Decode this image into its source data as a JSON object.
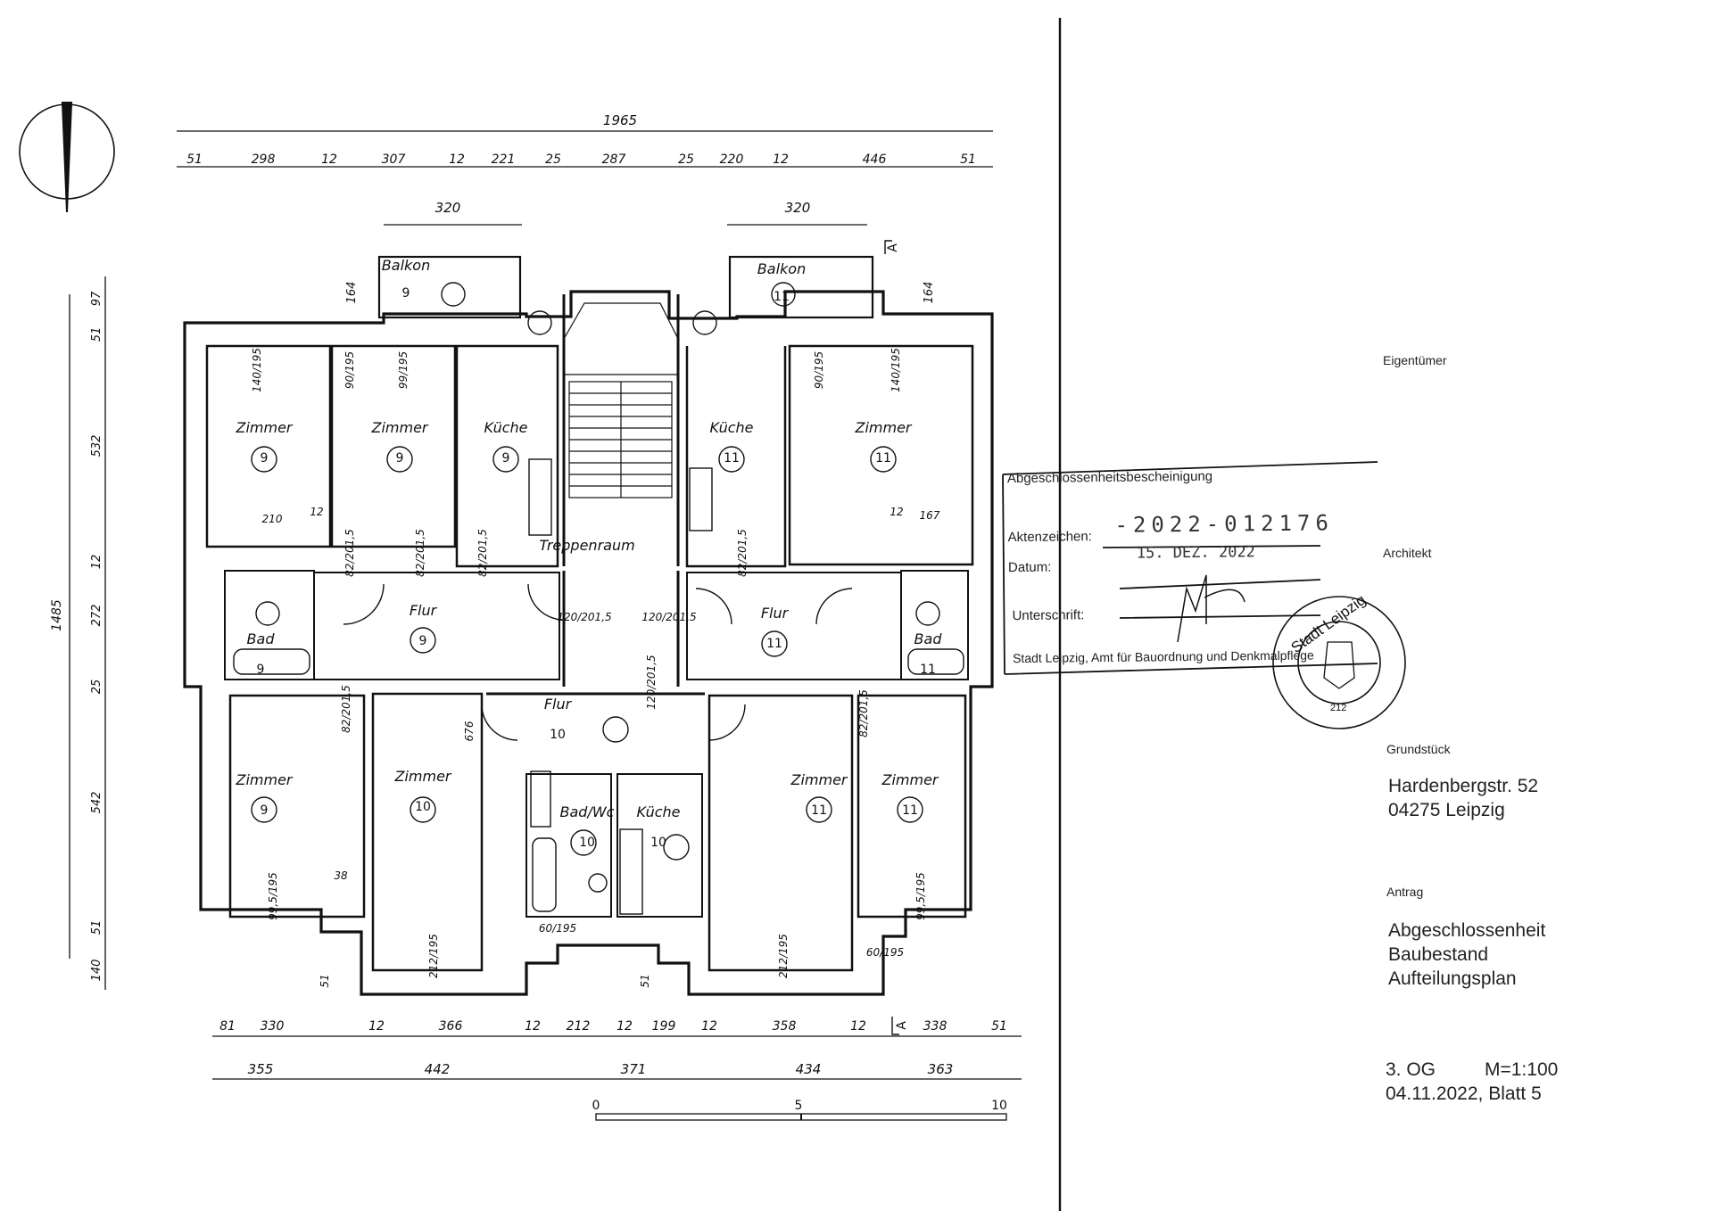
{
  "dimensions": {
    "top_total": "1965",
    "top_segments": [
      "51",
      "298",
      "12",
      "307",
      "12",
      "221",
      "25",
      "287",
      "25",
      "220",
      "12",
      "446",
      "51"
    ],
    "balcony_widths": [
      "320",
      "320"
    ],
    "left_total": "1485",
    "left_segments": [
      "97",
      "51",
      "532",
      "12",
      "272",
      "25",
      "542",
      "51",
      "140"
    ],
    "balcony_depths": [
      "164",
      "164"
    ],
    "bottom_segments": [
      "81",
      "330",
      "12",
      "366",
      "12",
      "212",
      "12",
      "199",
      "12",
      "358",
      "12",
      "338",
      "51"
    ],
    "bottom_groups": [
      "355",
      "442",
      "371",
      "434",
      "363"
    ],
    "small_dims": {
      "d1": "140/195",
      "d2": "90/195",
      "d3": "99/195",
      "d4": "90/195",
      "d5": "140/195",
      "d6": "210",
      "d7": "12",
      "d8": "82/201,5",
      "d9": "82/201,5",
      "d10": "82/201,5",
      "d11": "82/201,5",
      "d12": "12",
      "d13": "167",
      "d14": "120/201,5",
      "d15": "120/201,5",
      "d16": "120/201,5",
      "d17": "82/201,5",
      "d18": "82/201,5",
      "d19": "676",
      "d20": "38",
      "d21": "99,5/195",
      "d22": "212/195",
      "d23": "60/195",
      "d24": "212/195",
      "d25": "60/195",
      "d26": "99,5/195",
      "d27": "51",
      "d28": "51"
    },
    "scale_ticks": [
      "0",
      "5",
      "10"
    ],
    "section_marker": "A"
  },
  "rooms": [
    {
      "label": "Balkon",
      "unit": "9"
    },
    {
      "label": "Balkon",
      "unit": "11"
    },
    {
      "label": "Zimmer",
      "unit": "9"
    },
    {
      "label": "Zimmer",
      "unit": "9"
    },
    {
      "label": "Küche",
      "unit": "9"
    },
    {
      "label": "Treppenraum",
      "unit": ""
    },
    {
      "label": "Küche",
      "unit": "11"
    },
    {
      "label": "Zimmer",
      "unit": "11"
    },
    {
      "label": "Bad",
      "unit": "9"
    },
    {
      "label": "Flur",
      "unit": "9"
    },
    {
      "label": "Flur",
      "unit": "11"
    },
    {
      "label": "Bad",
      "unit": "11"
    },
    {
      "label": "Flur",
      "unit": "10"
    },
    {
      "label": "Zimmer",
      "unit": "9"
    },
    {
      "label": "Zimmer",
      "unit": "10"
    },
    {
      "label": "Bad/Wc",
      "unit": "10"
    },
    {
      "label": "Küche",
      "unit": "10"
    },
    {
      "label": "Zimmer",
      "unit": "11"
    },
    {
      "label": "Zimmer",
      "unit": "11"
    }
  ],
  "stamp": {
    "title": "Abgeschlossenheitsbescheinigung",
    "aktenzeichen_label": "Aktenzeichen:",
    "aktenzeichen_value": "-2022-012176",
    "datum_label": "Datum:",
    "datum_value": "15. DEZ. 2022",
    "unterschrift_label": "Unterschrift:",
    "authority": "Stadt Leipzig, Amt für Bauordnung und Denkmalpflege",
    "seal_text": "Stadt Leipzig",
    "seal_number": "212"
  },
  "panel": {
    "eigentuemer_label": "Eigentümer",
    "architekt_label": "Architekt",
    "grundstueck_label": "Grundstück",
    "address_line1": "Hardenbergstr. 52",
    "address_line2": "04275 Leipzig",
    "antrag_label": "Antrag",
    "antrag_line1": "Abgeschlossenheit",
    "antrag_line2": "Baubestand",
    "antrag_line3": "Aufteilungsplan",
    "floor": "3. OG",
    "scale": "M=1:100",
    "date_sheet": "04.11.2022,  Blatt  5"
  }
}
